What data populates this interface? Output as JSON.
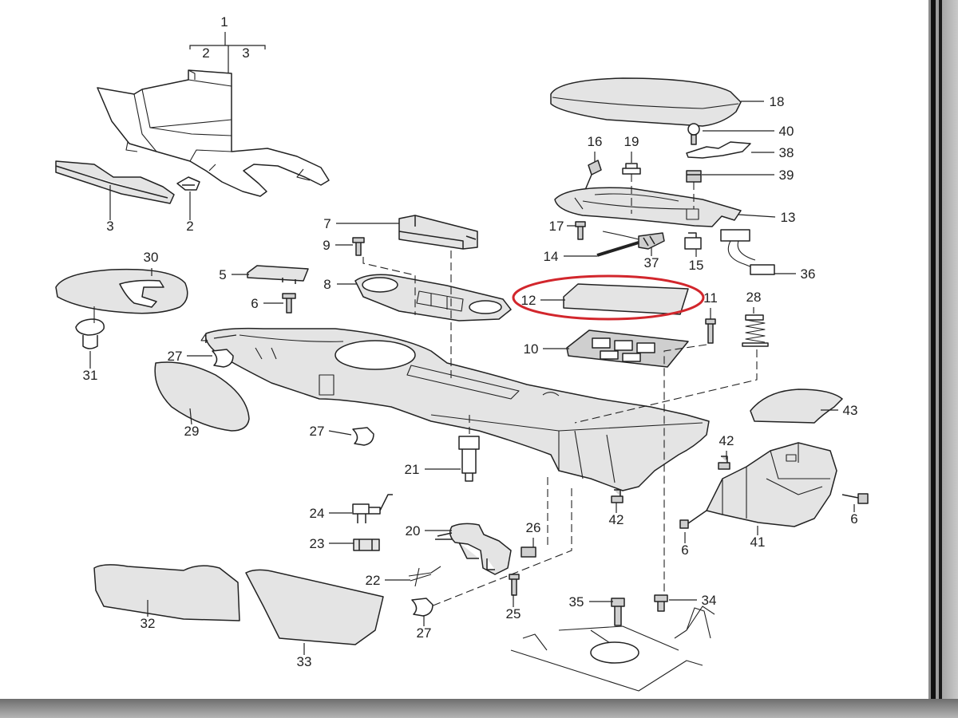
{
  "diagram": {
    "callouts": [
      "1",
      "2",
      "3",
      "3",
      "2",
      "7",
      "9",
      "5",
      "8",
      "6",
      "30",
      "31",
      "4",
      "27",
      "29",
      "27",
      "21",
      "24",
      "23",
      "20",
      "26",
      "22",
      "25",
      "32",
      "33",
      "27",
      "35",
      "34",
      "42",
      "42",
      "6",
      "6",
      "41",
      "43",
      "10",
      "11",
      "28",
      "12",
      "14",
      "37",
      "15",
      "36",
      "17",
      "13",
      "16",
      "19",
      "40",
      "38",
      "39",
      "18"
    ],
    "colors": {
      "line": "#222222",
      "highlight": "#d2262c",
      "background": "#ffffff",
      "frame": "#9e9e9e"
    }
  }
}
